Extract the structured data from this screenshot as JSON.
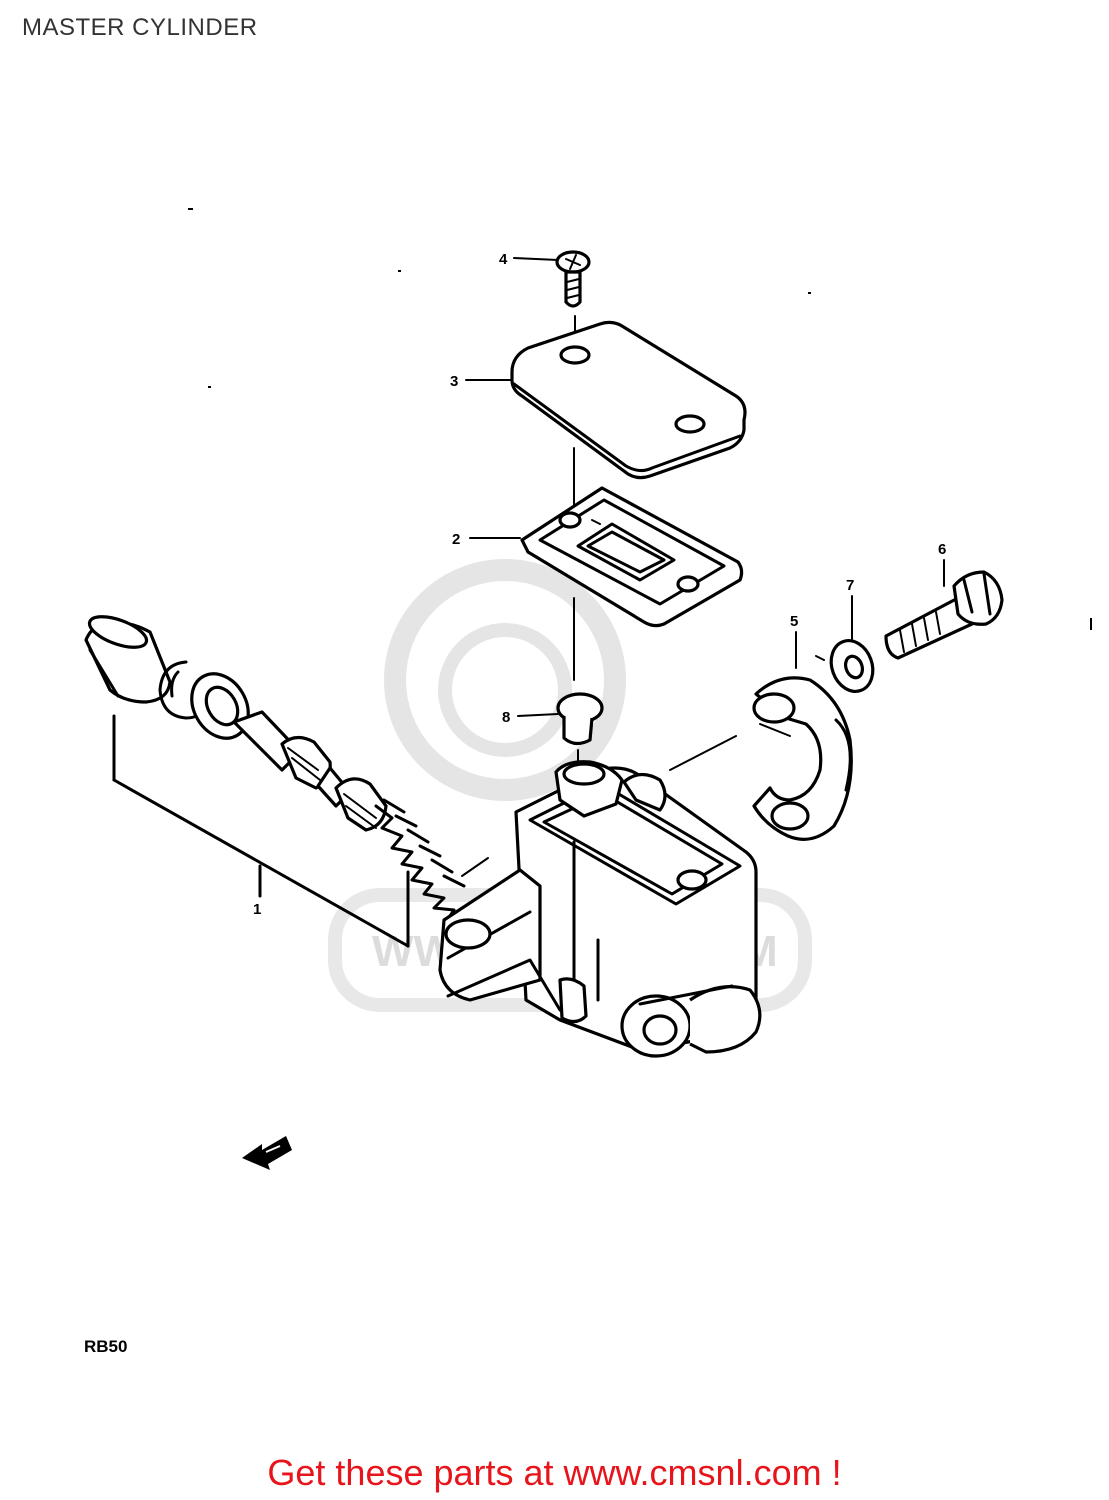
{
  "header": {
    "title": "MASTER CYLINDER"
  },
  "diagram": {
    "callouts": [
      {
        "id": "1",
        "label": "1"
      },
      {
        "id": "2",
        "label": "2"
      },
      {
        "id": "3",
        "label": "3"
      },
      {
        "id": "4",
        "label": "4"
      },
      {
        "id": "5",
        "label": "5"
      },
      {
        "id": "6",
        "label": "6"
      },
      {
        "id": "7",
        "label": "7"
      },
      {
        "id": "8",
        "label": "8"
      }
    ],
    "model_code": "RB50",
    "watermark_text": "WWW.CMSNL.COM",
    "direction_indicator": "front-arrow-icon"
  },
  "footer": {
    "link_text": "Get these parts at www.cmsnl.com !",
    "link_color": "#e8141b"
  }
}
